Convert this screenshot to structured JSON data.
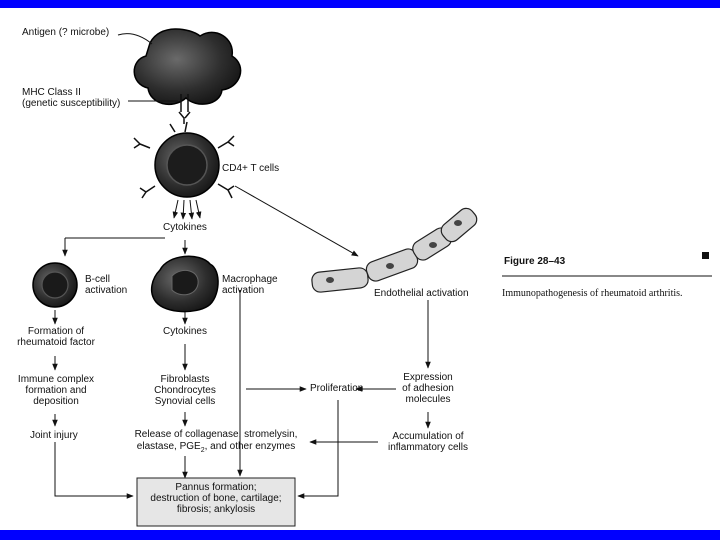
{
  "labels": {
    "antigen": "Antigen (? microbe)",
    "mhc_line1": "MHC Class II",
    "mhc_line2": "(genetic susceptibility)",
    "cd4": "CD4+ T cells",
    "cytokines_top": "Cytokines",
    "bcell_line1": "B-cell",
    "bcell_line2": "activation",
    "macro_line1": "Macrophage",
    "macro_line2": "activation",
    "endothelial": "Endothelial activation",
    "rf_line1": "Formation of",
    "rf_line2": "rheumatoid factor",
    "cytokines_mid": "Cytokines",
    "expr_line1": "Expression",
    "expr_line2": "of adhesion",
    "expr_line3": "molecules",
    "ic_line1": "Immune complex",
    "ic_line2": "formation and",
    "ic_line3": "deposition",
    "fib_line1": "Fibroblasts",
    "fib_line2": "Chondrocytes",
    "fib_line3": "Synovial cells",
    "proliferation": "Proliferation",
    "joint_injury": "Joint injury",
    "release_line1": "Release of collagenase, stromelysin,",
    "release_line2a": "elastase, PGE",
    "release_sub": "2",
    "release_line2b": ", and other enzymes",
    "accum_line1": "Accumulation of",
    "accum_line2": "inflammatory cells",
    "pannus_line1": "Pannus formation;",
    "pannus_line2": "destruction of bone, cartilage;",
    "pannus_line3": "fibrosis; ankylosis"
  },
  "caption": {
    "figure": "Figure 28–43",
    "text": "Immunopathogenesis of rheumatoid arthritis."
  },
  "colors": {
    "frame": "#0000ff",
    "paper": "#ffffff",
    "ink": "#111111"
  }
}
